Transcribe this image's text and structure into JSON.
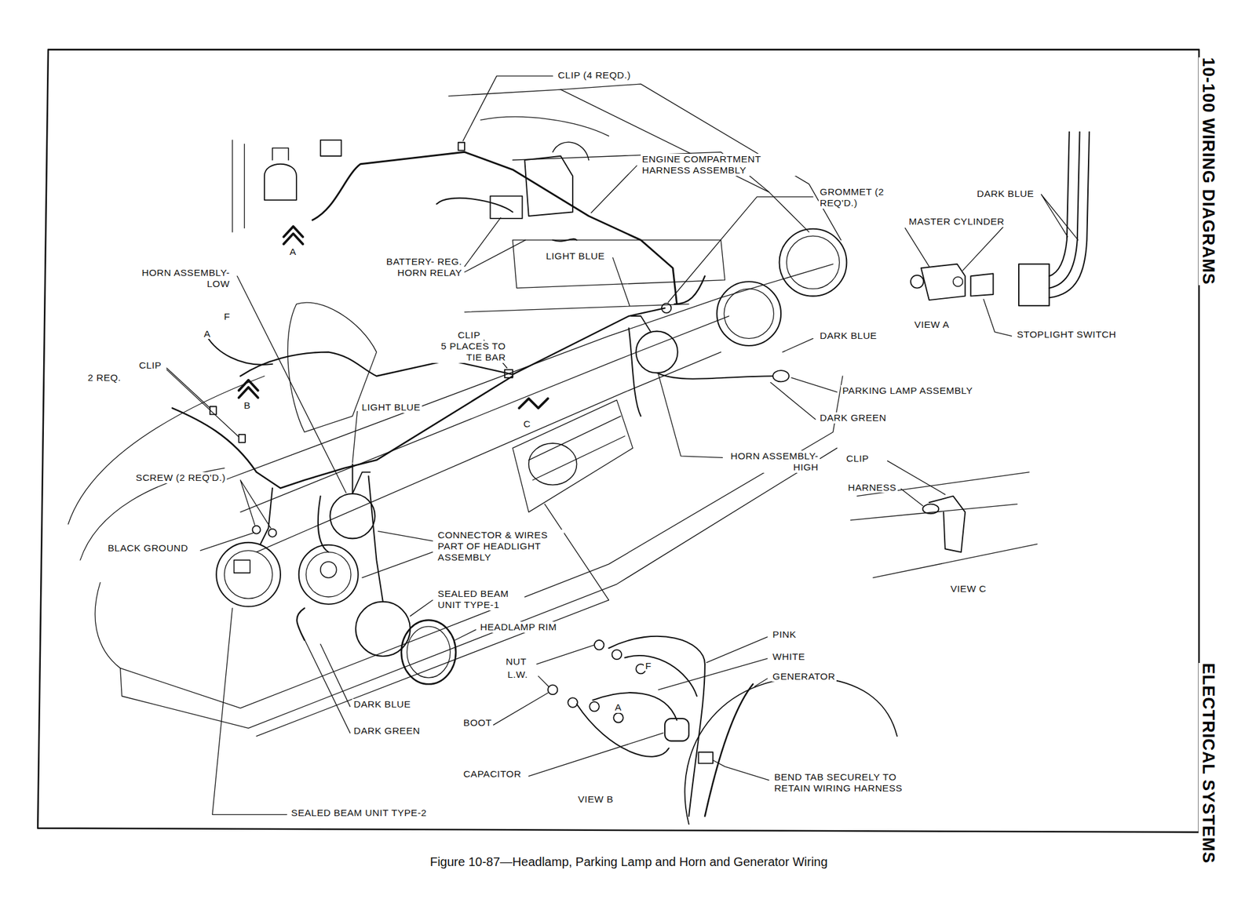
{
  "diagram": {
    "caption": "Figure 10-87—Headlamp, Parking Lamp and Horn and Generator Wiring",
    "labels": [
      "10-100 WIRING DIAGRAMS",
      "ELECTRICAL SYSTEMS",
      "CLIP (4 REQD.)",
      "ENGINE COMPARTMENT HARNESS ASSEMBLY",
      "GROMMET (2 REQ'D.)",
      "DARK BLUE",
      "MASTER CYLINDER",
      "VIEW A",
      "STOPLIGHT SWITCH",
      "A",
      "BATTERY- REG. HORN RELAY",
      "LIGHT BLUE",
      "HORN ASSEMBLY-LOW",
      "CLIP",
      "5 PLACES TO TIE BAR",
      "DARK BLUE",
      "CLIP",
      "2 REQ.",
      "F",
      "A",
      "B",
      "LIGHT BLUE",
      "C",
      "PARKING LAMP ASSEMBLY",
      "DARK GREEN",
      "HORN ASSEMBLY-HIGH",
      "CLIP",
      "HARNESS",
      "SCREW (2 REQ'D.)",
      "BLACK GROUND",
      "CONNECTOR & WIRES PART OF HEADLIGHT ASSEMBLY",
      "VIEW C",
      "SEALED BEAM UNIT TYPE-1",
      "HEADLAMP RIM",
      "PINK",
      "WHITE",
      "GENERATOR",
      "NUT",
      "L.W.",
      "F",
      "A",
      "DARK BLUE",
      "BOOT",
      "DARK GREEN",
      "CAPACITOR",
      "BEND TAB SECURELY TO RETAIN WIRING HARNESS",
      "VIEW B",
      "SEALED BEAM UNIT TYPE-2"
    ]
  }
}
